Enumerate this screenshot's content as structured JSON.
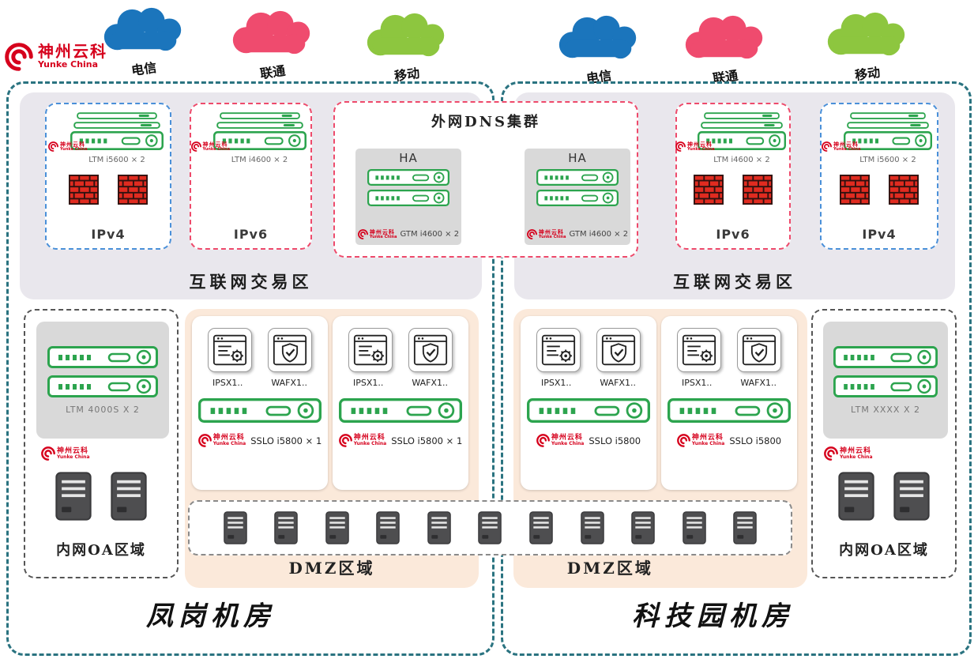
{
  "logo": {
    "name": "神州云科",
    "subtitle": "Yunke China"
  },
  "clouds": [
    {
      "label": "电信"
    },
    {
      "label": "联通"
    },
    {
      "label": "移动"
    },
    {
      "label": "电信"
    },
    {
      "label": "联通"
    },
    {
      "label": "移动"
    }
  ],
  "colors": {
    "telecom_cloud": "#1b75bc",
    "unicom_cloud": "#ef4b6e",
    "mobile_cloud": "#8dc63f",
    "dc_border_teal": "#2a7380",
    "ipv4_border_blue": "#4a90d9",
    "ipv6_border_red": "#ee4a6b",
    "appliance_green": "#2ca44e",
    "firewall_red": "#e02b20",
    "dmz_bg": "#fbe9da",
    "internet_zone_bg": "#e9e7ed",
    "logo_red": "#d6001c"
  },
  "dns_cluster": {
    "title": "外网DNS集群",
    "ha_left": {
      "label": "HA",
      "device": "GTM i4600 × 2"
    },
    "ha_right": {
      "label": "HA",
      "device": "GTM i4600 × 2"
    }
  },
  "left_dc": {
    "title": "凤岗机房",
    "internet_zone": {
      "label": "互联网交易区",
      "ipv4": {
        "label": "IPv4",
        "device": "LTM i5600 × 2"
      },
      "ipv6": {
        "label": "IPv6",
        "device": "LTM i4600 × 2"
      }
    },
    "oa_zone": {
      "label": "内网OA区域",
      "device": "LTM 4000S X 2"
    },
    "dmz": {
      "label": "DMZ区域",
      "sslo_boxes": [
        {
          "ips_label": "IPSX1..",
          "waf_label": "WAFX1..",
          "sslo_label": "SSLO i5800 × 1"
        },
        {
          "ips_label": "IPSX1..",
          "waf_label": "WAFX1..",
          "sslo_label": "SSLO i5800 × 1"
        }
      ]
    }
  },
  "right_dc": {
    "title": "科技园机房",
    "internet_zone": {
      "label": "互联网交易区",
      "ipv6": {
        "label": "IPv6",
        "device": "LTM i4600 × 2"
      },
      "ipv4": {
        "label": "IPv4",
        "device": "LTM i5600 × 2"
      }
    },
    "oa_zone": {
      "label": "内网OA区域",
      "device": "LTM XXXX X 2"
    },
    "dmz": {
      "label": "DMZ区域",
      "sslo_boxes": [
        {
          "ips_label": "IPSX1..",
          "waf_label": "WAFX1..",
          "sslo_label": "SSLO i5800"
        },
        {
          "ips_label": "IPSX1..",
          "waf_label": "WAFX1..",
          "sslo_label": "SSLO i5800"
        }
      ]
    }
  },
  "server_row": {
    "server_count": 11
  }
}
